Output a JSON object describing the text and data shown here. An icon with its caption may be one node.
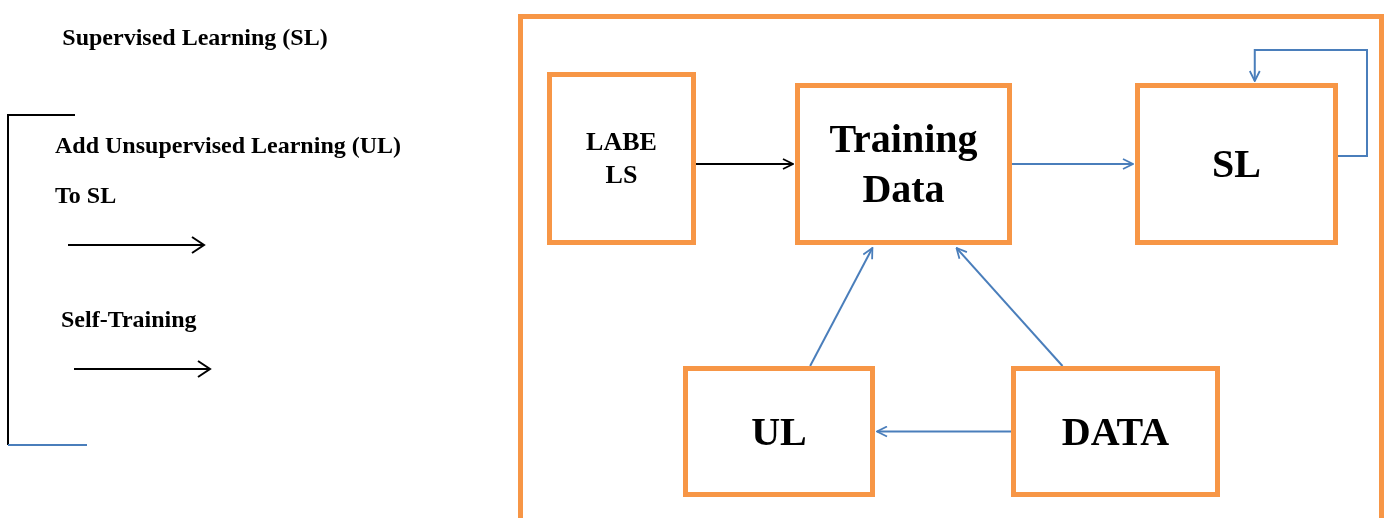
{
  "diagram": {
    "title": "Supervised Learning (SL)",
    "nodes": [
      {
        "text": [],
        "shape": "box"
      },
      {
        "text": [
          "LABE LS"
        ],
        "in": 0
      },
      {
        "text": [
          "Training Data"
        ],
        "in": 0
      },
      {
        "text": [
          "SL"
        ],
        "in": 0
      },
      {
        "text": [
          "UL"
        ],
        "in": 0
      },
      {
        "text": [
          "DATA"
        ],
        "in": 0
      }
    ],
    "edges": [
      {
        "from": 1,
        "to": 2,
        "arrow": "to",
        "color": "#000000"
      },
      {
        "from": 2,
        "to": 3,
        "arrow": "to"
      },
      {
        "from": 3,
        "to": 3,
        "arrow": "to"
      },
      {
        "from": 4,
        "to": 2,
        "arrow": "to"
      },
      {
        "from": 5,
        "to": 2,
        "arrow": "to"
      },
      {
        "from": 5,
        "to": 4,
        "arrow": "to"
      }
    ],
    "legend": [
      {
        "text": "Add Unsupervised Learning (UL) To SL"
      },
      {
        "text": "Self-Training"
      }
    ]
  }
}
